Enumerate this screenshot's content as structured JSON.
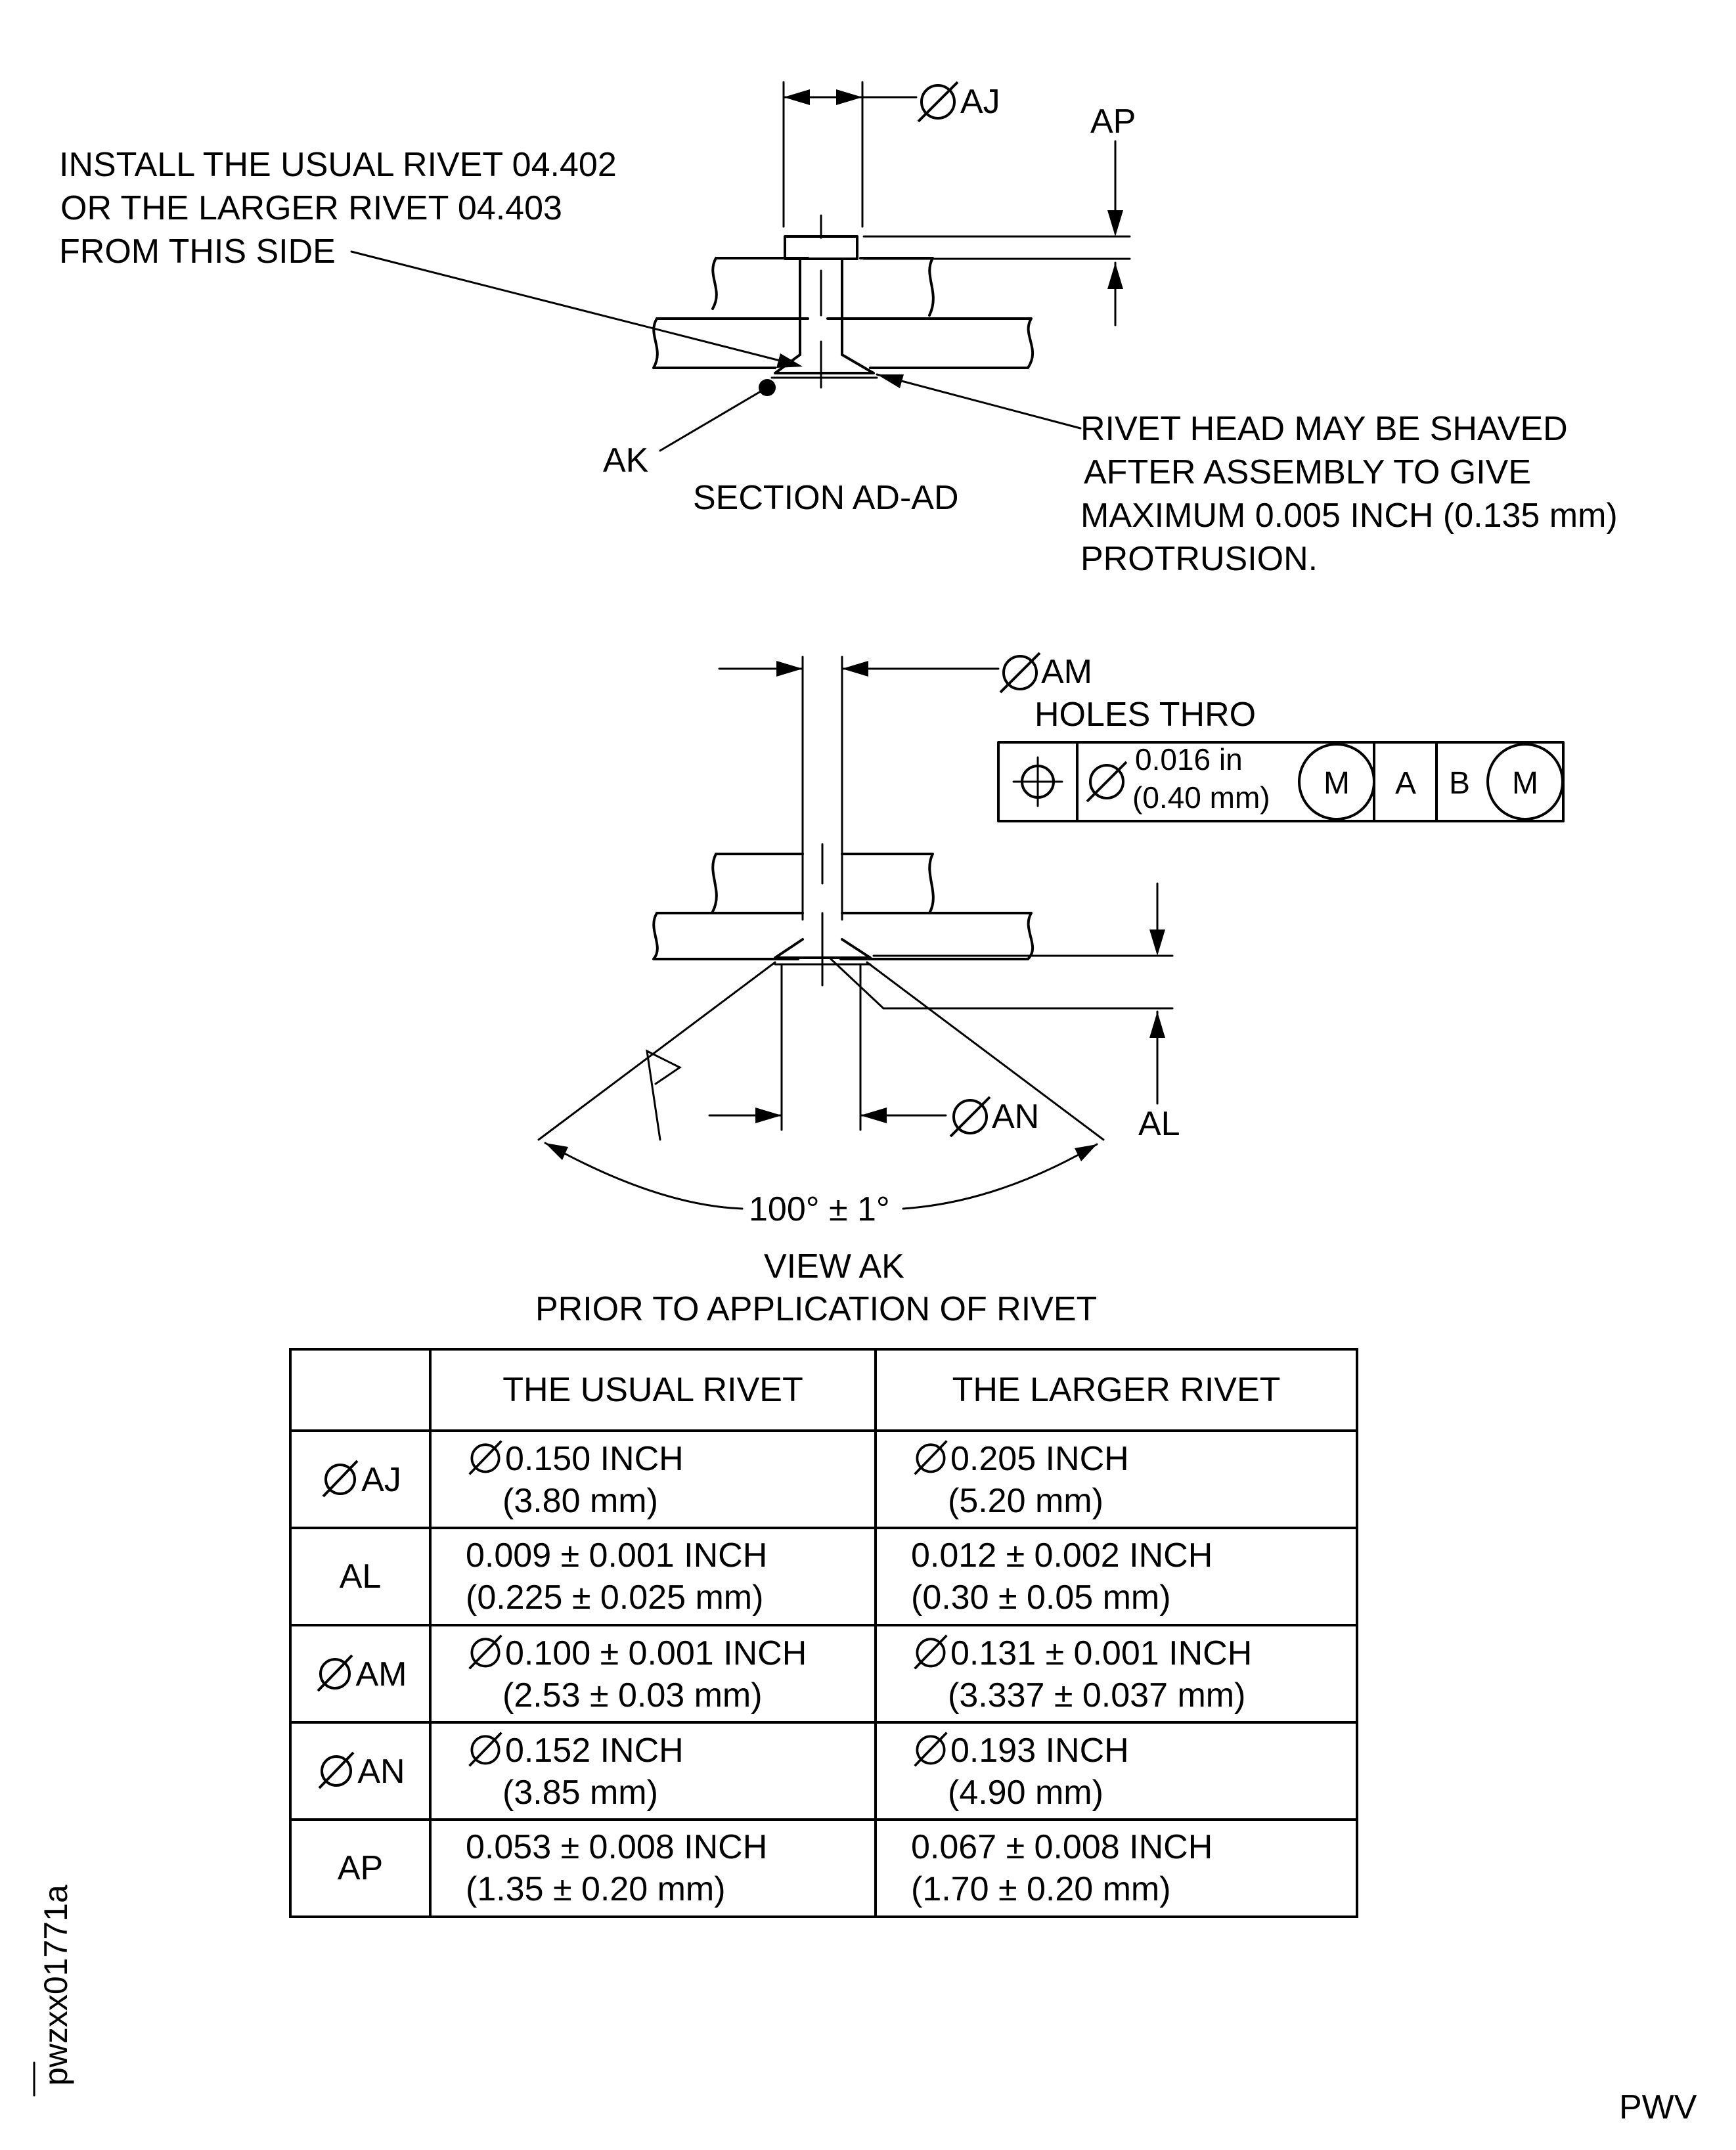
{
  "section": {
    "dim_aj": "AJ",
    "dim_ap": "AP",
    "note_install": [
      "INSTALL THE USUAL RIVET 04.402",
      "OR THE LARGER RIVET 04.403",
      "FROM THIS SIDE"
    ],
    "label_ak": "AK",
    "title": "SECTION AD-AD",
    "note_shave": [
      "RIVET HEAD MAY BE SHAVED",
      "AFTER ASSEMBLY TO GIVE",
      "MAXIMUM 0.005 INCH (0.135 mm)",
      "PROTRUSION."
    ]
  },
  "view": {
    "dim_am": "AM",
    "holes_label": "HOLES THRO",
    "fcf": {
      "tol_in": "0.016 in",
      "tol_mm": "(0.40 mm)",
      "modifier": "M",
      "datum_a": "A",
      "datum_b": "B",
      "datum_modifier": "M"
    },
    "dim_an": "AN",
    "dim_al": "AL",
    "angle": "100° ± 1°",
    "title": "VIEW AK",
    "subtitle": "PRIOR TO APPLICATION OF RIVET"
  },
  "table": {
    "headers": [
      "",
      "THE USUAL RIVET",
      "THE LARGER RIVET"
    ],
    "rows": [
      {
        "label": "AJ",
        "diameter": true,
        "usual": [
          "0.150 INCH",
          "(3.80 mm)"
        ],
        "larger": [
          "0.205 INCH",
          "(5.20 mm)"
        ]
      },
      {
        "label": "AL",
        "diameter": false,
        "usual": [
          "0.009 ± 0.001 INCH",
          "(0.225 ± 0.025 mm)"
        ],
        "larger": [
          "0.012 ± 0.002 INCH",
          "(0.30 ± 0.05 mm)"
        ]
      },
      {
        "label": "AM",
        "diameter": true,
        "usual": [
          "0.100 ± 0.001 INCH",
          "(2.53 ± 0.03 mm)"
        ],
        "larger": [
          "0.131 ± 0.001 INCH",
          "(3.337 ± 0.037 mm)"
        ]
      },
      {
        "label": "AN",
        "diameter": true,
        "usual": [
          "0.152 INCH",
          "(3.85 mm)"
        ],
        "larger": [
          "0.193 INCH",
          "(4.90 mm)"
        ]
      },
      {
        "label": "AP",
        "diameter": false,
        "usual": [
          "0.053 ± 0.008 INCH",
          "(1.35 ± 0.20 mm)"
        ],
        "larger": [
          "0.067 ± 0.008 INCH",
          "(1.70 ± 0.20 mm)"
        ]
      }
    ]
  },
  "footer": {
    "figure_id": "pwzxx01771a",
    "code": "PWV"
  }
}
